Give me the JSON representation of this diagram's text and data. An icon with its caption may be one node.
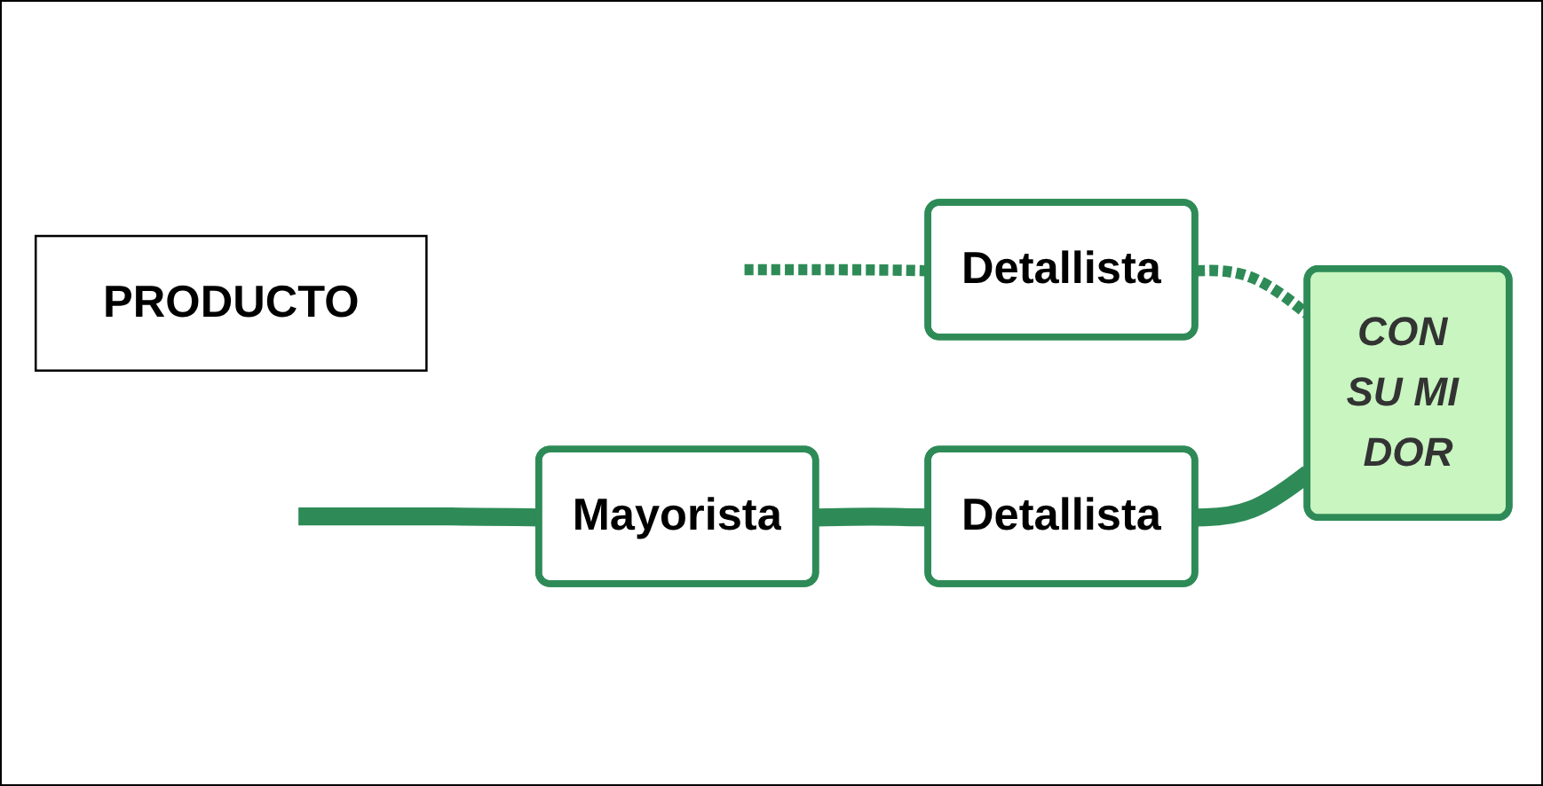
{
  "diagram": {
    "nodes": [
      {
        "text": [
          "PRODUCTO"
        ]
      },
      {
        "text": [
          "Detallista"
        ]
      },
      {
        "text": [
          "Mayorista"
        ]
      },
      {
        "text": [
          "Detallista"
        ]
      },
      {
        "text": [
          "CON SU MI DOR"
        ]
      }
    ],
    "edges": [
      {
        "from": null,
        "to": 1,
        "arrow": "none",
        "style": "dashed"
      },
      {
        "from": 1,
        "to": 4,
        "arrow": "none",
        "style": "dashed"
      },
      {
        "from": null,
        "to": 2,
        "arrow": "none"
      },
      {
        "from": 2,
        "to": 3,
        "arrow": "none"
      },
      {
        "from": 3,
        "to": 4,
        "arrow": "none"
      }
    ]
  }
}
